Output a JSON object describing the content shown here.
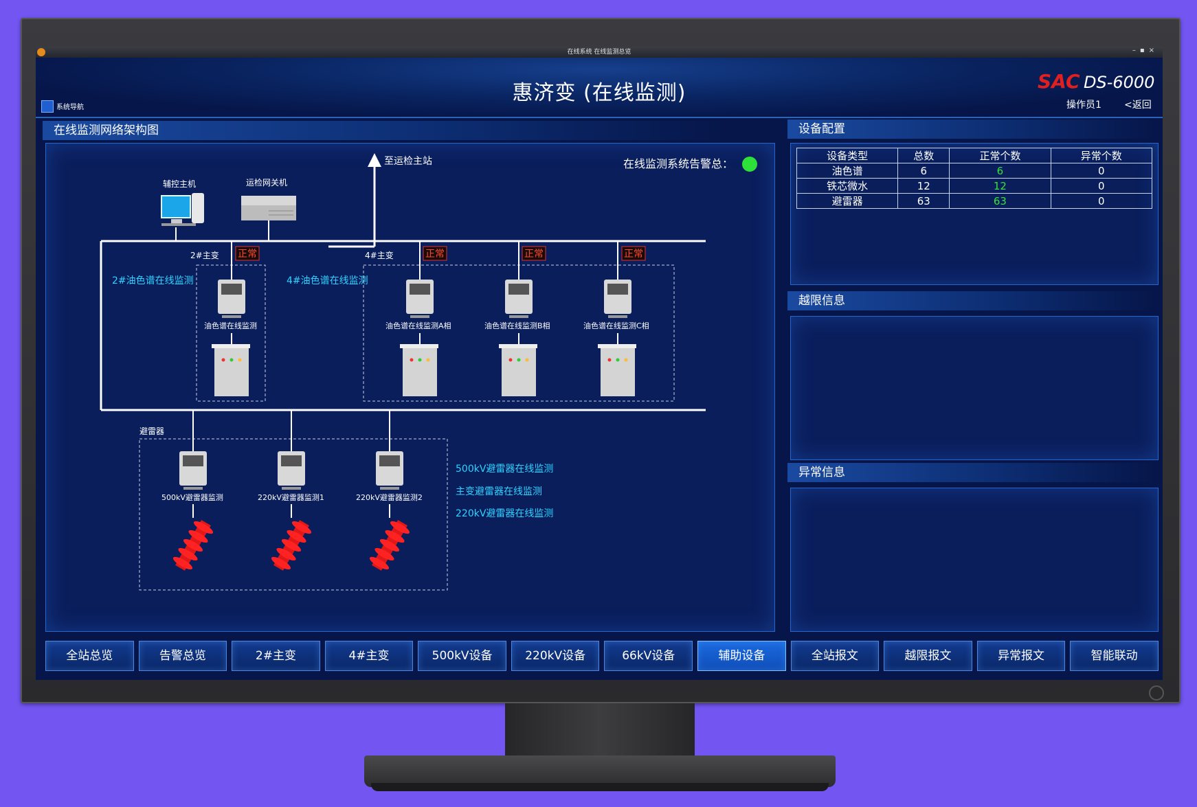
{
  "window": {
    "title": "在线系统  在线监测总览"
  },
  "header": {
    "title": "惠济变 (在线监测)",
    "nav_label": "系统导航",
    "logo_mark": "SAC",
    "logo_text": "DS-6000",
    "operator": "操作员1",
    "back": "<返回"
  },
  "diagram": {
    "panel_title": "在线监测网络架构图",
    "uplink_label": "至运检主站",
    "alarm_label": "在线监测系统告警总：",
    "alarm_color": "#2ee13a",
    "aux_host_label": "辅控主机",
    "gateway_label": "运检网关机",
    "status_text": "正常",
    "transformer2_label": "2#主变",
    "transformer4_label": "4#主变",
    "group2_label": "2#油色谱在线监测",
    "group4_label": "4#油色谱在线监测",
    "dev_t2": "油色谱在线监测",
    "dev_a": "油色谱在线监测A相",
    "dev_b": "油色谱在线监测B相",
    "dev_c": "油色谱在线监测C相",
    "arrester_group_label": "避雷器",
    "arr1": "500kV避雷器监测",
    "arr2": "220kV避雷器监测1",
    "arr3": "220kV避雷器监测2",
    "legend1": "500kV避雷器在线监测",
    "legend2": "主变避雷器在线监测",
    "legend3": "220kV避雷器在线监测"
  },
  "config": {
    "title": "设备配置",
    "headers": [
      "设备类型",
      "总数",
      "正常个数",
      "异常个数"
    ],
    "rows": [
      {
        "type": "油色谱",
        "total": "6",
        "normal": "6",
        "abnormal": "0"
      },
      {
        "type": "铁芯微水",
        "total": "12",
        "normal": "12",
        "abnormal": "0"
      },
      {
        "type": "避雷器",
        "total": "63",
        "normal": "63",
        "abnormal": "0"
      }
    ]
  },
  "limit": {
    "title": "越限信息"
  },
  "abnormal": {
    "title": "异常信息"
  },
  "bottom_nav": [
    "全站总览",
    "告警总览",
    "2#主变",
    "4#主变",
    "500kV设备",
    "220kV设备",
    "66kV设备",
    "辅助设备",
    "全站报文",
    "越限报文",
    "异常报文",
    "智能联动"
  ],
  "active_tab": "辅助设备"
}
